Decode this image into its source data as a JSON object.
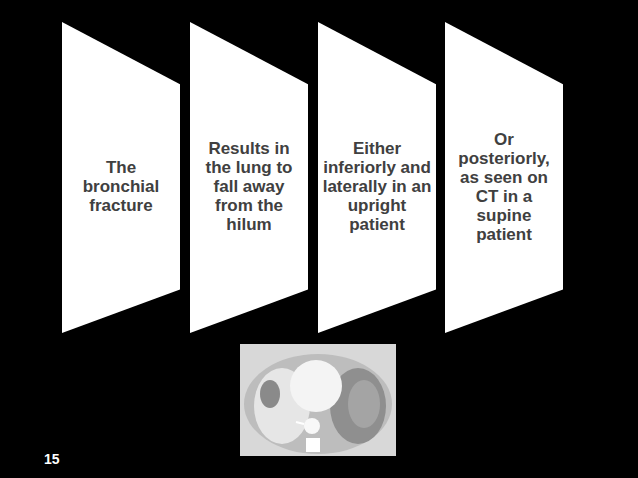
{
  "diagram": {
    "nodes": [
      {
        "text": [
          "The bronchial fracture"
        ]
      },
      {
        "text": [
          "Results in the lung to fall away from the hilum"
        ]
      },
      {
        "text": [
          "Either inferiorly and laterally in an upright patient"
        ]
      },
      {
        "text": [
          "Or posteriorly, as seen on CT in a supine patient"
        ]
      }
    ],
    "labels": [
      "15"
    ]
  }
}
